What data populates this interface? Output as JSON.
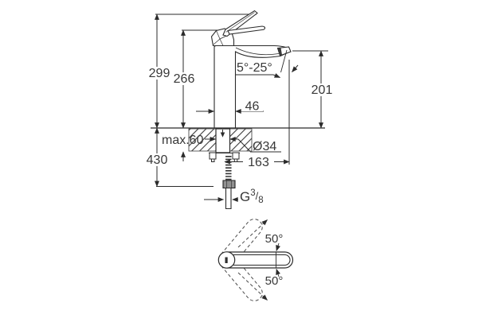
{
  "drawing": {
    "type": "faucet-installation-dimension-drawing",
    "labels": {
      "overall_height": "299",
      "lever_rest_height": "266",
      "under_deck_length": "430",
      "spout_outlet_height": "201",
      "body_width": "46",
      "max_deck_thickness": "max.60",
      "hole_diameter": "Ø34",
      "spout_reach": "163",
      "stream_angle": "5°-25°",
      "swivel_angle_up": "50°",
      "swivel_angle_down": "50°",
      "thread": {
        "letter": "G",
        "numerator": "3",
        "denominator": "8"
      }
    }
  }
}
